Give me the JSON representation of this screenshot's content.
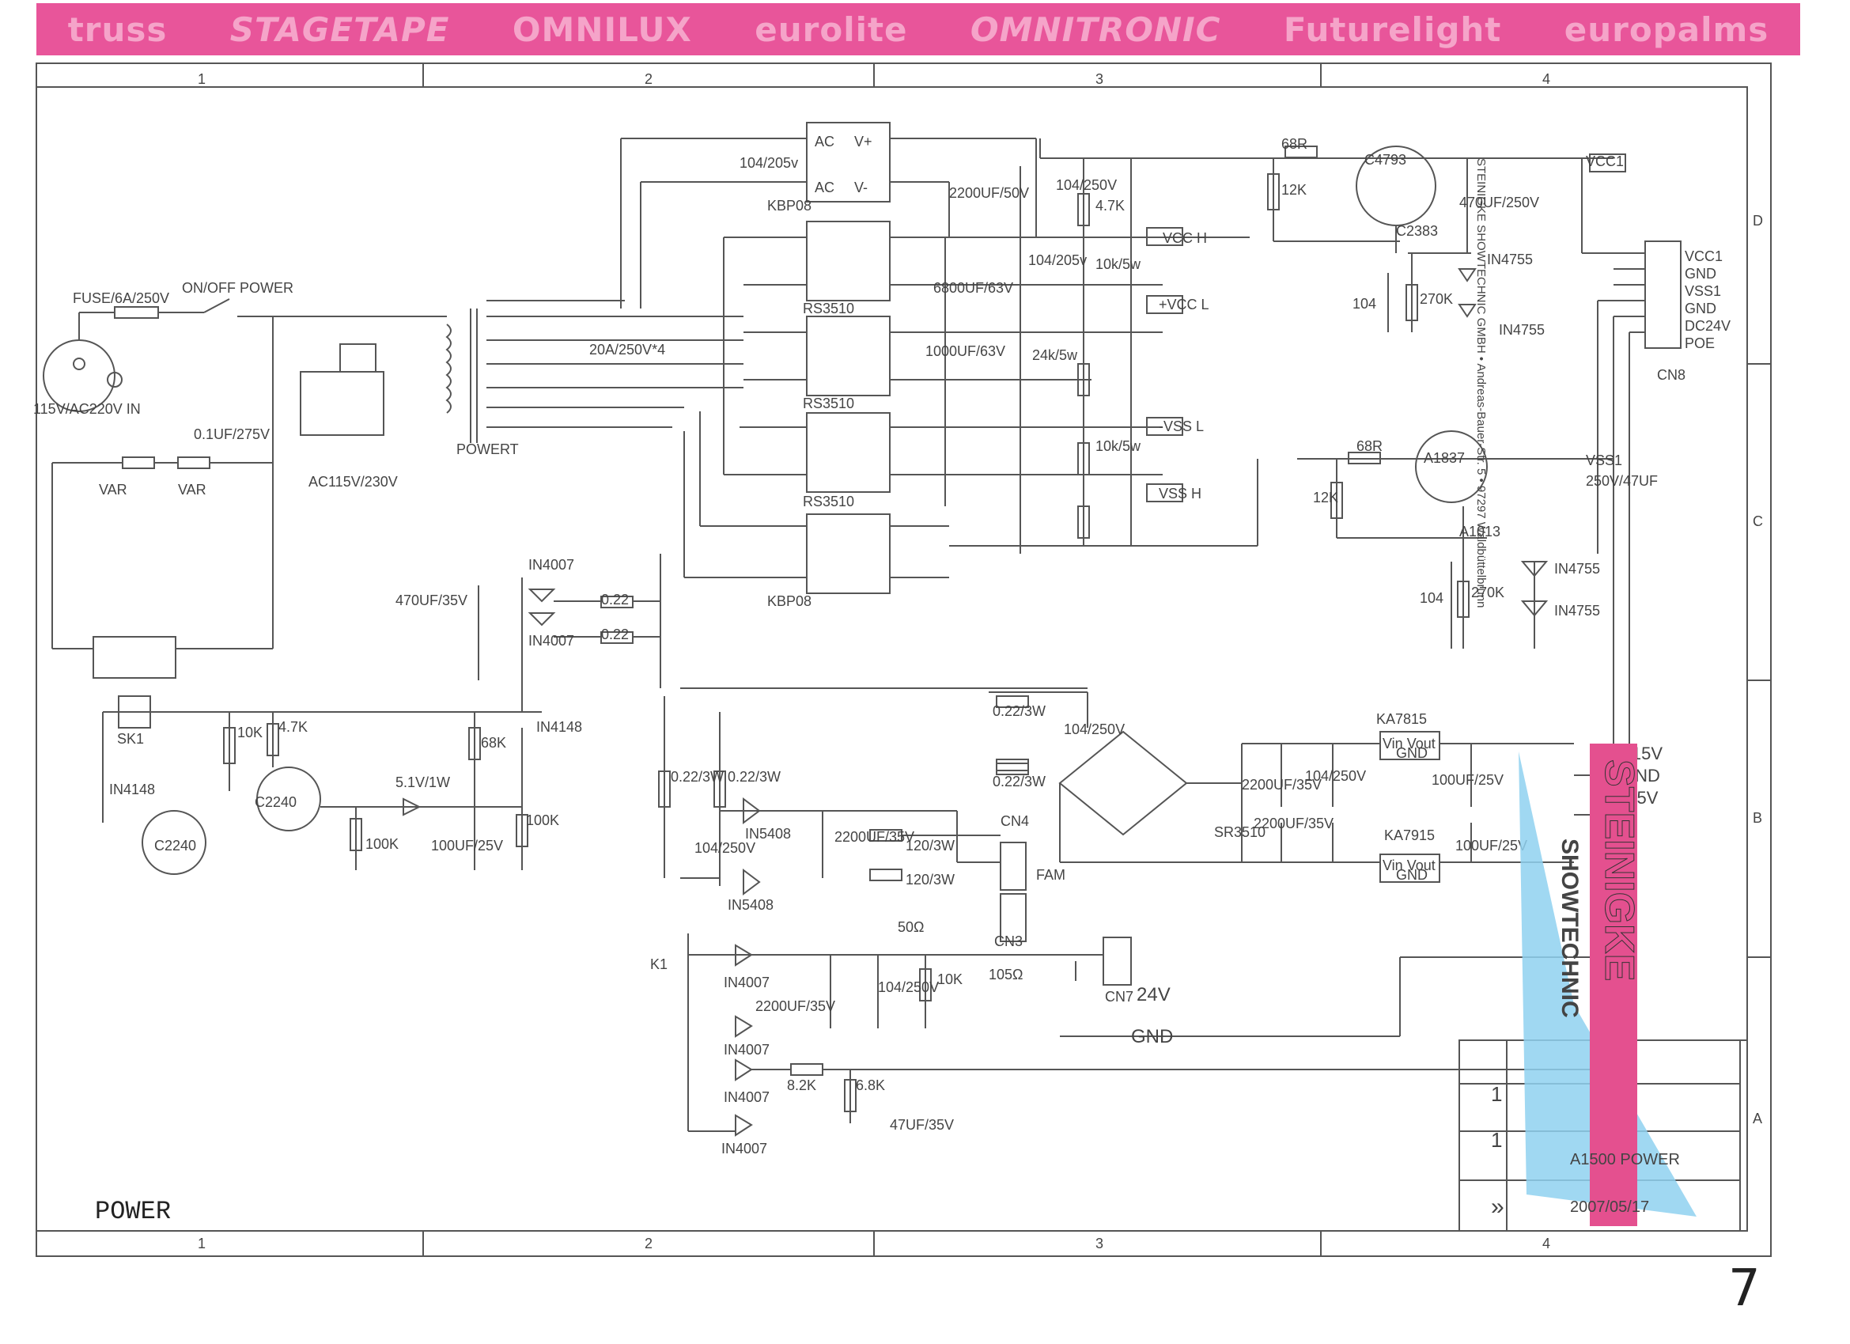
{
  "banner": {
    "brands": [
      "truss",
      "STAGETAPE",
      "OMNILUX",
      "eurolite",
      "OMNITRONIC",
      "Futurelight",
      "europalms"
    ]
  },
  "frame": {
    "columns": [
      "1",
      "2",
      "3",
      "4"
    ],
    "rows": [
      "D",
      "C",
      "B",
      "A"
    ]
  },
  "labels": {
    "fuse": "FUSE/6A/250V",
    "onoff": "ON/OFF POWER",
    "mains": "115V/AC220V IN",
    "cap01": "0.1UF/275V",
    "var1": "VAR",
    "var2": "VAR",
    "ac_select": "AC115V/230V",
    "power_t": "POWERT",
    "fuse20": "20A/250V*4",
    "cap104_205_1": "104/205v",
    "kbp08_top": "KBP08",
    "kbp08_bot": "KBP08",
    "rs3510_1": "RS3510",
    "rs3510_2": "RS3510",
    "rs3510_3": "RS3510",
    "ac": "AC",
    "vplus": "V+",
    "vminus": "V-",
    "c2200_50": "2200UF/50V",
    "c6800_63": "6800UF/63V",
    "c1000_63": "1000UF/63V",
    "c104_250": "104/250V",
    "c104_205": "104/205v",
    "r10k5w": "10k/5w",
    "r24k5w": "24k/5w",
    "r47k": "4.7K",
    "vcc_h": "VCC H",
    "vcc_l": "+VCC L",
    "vss_l": "-VSS L",
    "vss_h": "VSS H",
    "r68": "68R",
    "r12k": "12K",
    "q_c4793": "C4793",
    "q_c2383": "C2383",
    "q_a1837": "A1837",
    "q_a1013": "A1013",
    "d_in4755": "IN4755",
    "c470_250": "470UF/250V",
    "c250_47": "250V/47UF",
    "r270k": "270K",
    "c104": "104",
    "vcc1": "VCC1",
    "vss1": "VSS1",
    "cn8_pins": [
      "VCC1",
      "GND",
      "VSS1",
      "GND",
      "DC24V",
      "POE"
    ],
    "cn8": "CN8",
    "steinigke_vertical": "STEINIGKE SHOWTECHNIC GMBH • Andreas-Bauer-Str. 5 • 97297 Waldbüttelbrunn",
    "c470_35": "470UF/35V",
    "in4007": "IN4007",
    "r022": "0.22",
    "sk1": "SK1",
    "in4148": "IN4148",
    "r10k": "10K",
    "q_c2240": "C2240",
    "z51": "5.1V/1W",
    "r100k": "100K",
    "c100_25": "100UF/25V",
    "r68k": "68K",
    "r022_3w": "0.22/3W",
    "c104_250b": "104/250V",
    "in5408": "IN5408",
    "c2200_35": "2200UF/35V",
    "cn4": "CN4",
    "r120_3w": "120/3W",
    "fam": "FAM",
    "cn3": "CN3",
    "r50": "50Ω",
    "r105": "105Ω",
    "cn7": "CN7",
    "v24": "24V",
    "gnd_big": "GND",
    "k1": "K1",
    "r8_2k": "8.2K",
    "r6_8k": "6.8K",
    "c47_35": "47UF/35V",
    "ka7815": "KA7815",
    "ka7915": "KA7915",
    "vin_vout": "Vin Vout",
    "gnd": "GND",
    "sr3510": "SR3510",
    "rail_p15": "+15V",
    "rail_gnd": "GND",
    "rail_m15": "-15V",
    "power_hand": "POWER"
  },
  "title_block": {
    "r1": "1",
    "r2": "1",
    "title": "A1500 POWER",
    "date": "2007/05/17",
    "arrows": "»"
  },
  "logo": {
    "name": "STEINIGKE",
    "sub": "SHOWTECHNIC"
  },
  "page_number": "7",
  "colors": {
    "banner": "#e8559a",
    "banner_text": "#f5a4c9",
    "ink": "#555555",
    "logo_pink": "#e4508f",
    "logo_blue": "#8fd1f0"
  }
}
